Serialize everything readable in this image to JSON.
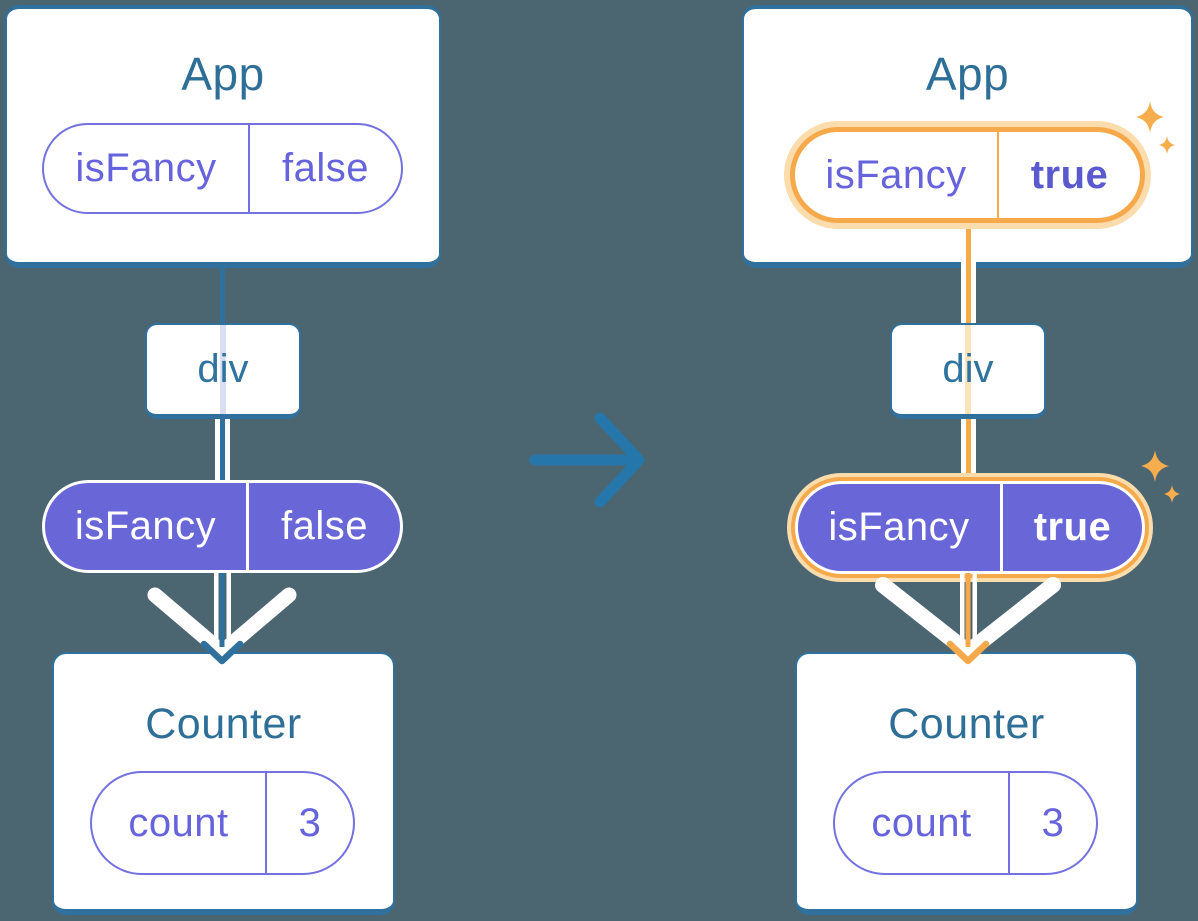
{
  "colors": {
    "bg": "#4B6571",
    "line_blue": "#2F719C",
    "arrow_blue": "#2577AB",
    "title_blue": "#2E6F97",
    "div_blue": "#2F739F",
    "purple_border": "#7471E0",
    "purple_text": "#6663DD",
    "purple_bold": "#5B59CE",
    "purple_fill": "#6966D7",
    "orange": "#F6A94B",
    "orange_glow": "#FBDCAC",
    "pale_lavender": "#D9DFF2",
    "pale_orange": "#FBE3BE",
    "sparkle": "#F5AD4D",
    "card_bg": "#FFFFFF"
  },
  "transition": {
    "icon": "arrow-right-icon"
  },
  "left_tree": {
    "app": {
      "title": "App",
      "prop_pill": {
        "label": "isFancy",
        "value": "false"
      }
    },
    "div_node": {
      "label": "div"
    },
    "passed_prop_pill": {
      "label": "isFancy",
      "value": "false"
    },
    "counter": {
      "title": "Counter",
      "state_pill": {
        "label": "count",
        "value": "3"
      }
    }
  },
  "right_tree": {
    "app": {
      "title": "App",
      "prop_pill": {
        "label": "isFancy",
        "value": "true"
      }
    },
    "div_node": {
      "label": "div"
    },
    "passed_prop_pill": {
      "label": "isFancy",
      "value": "true"
    },
    "counter": {
      "title": "Counter",
      "state_pill": {
        "label": "count",
        "value": "3"
      }
    }
  }
}
